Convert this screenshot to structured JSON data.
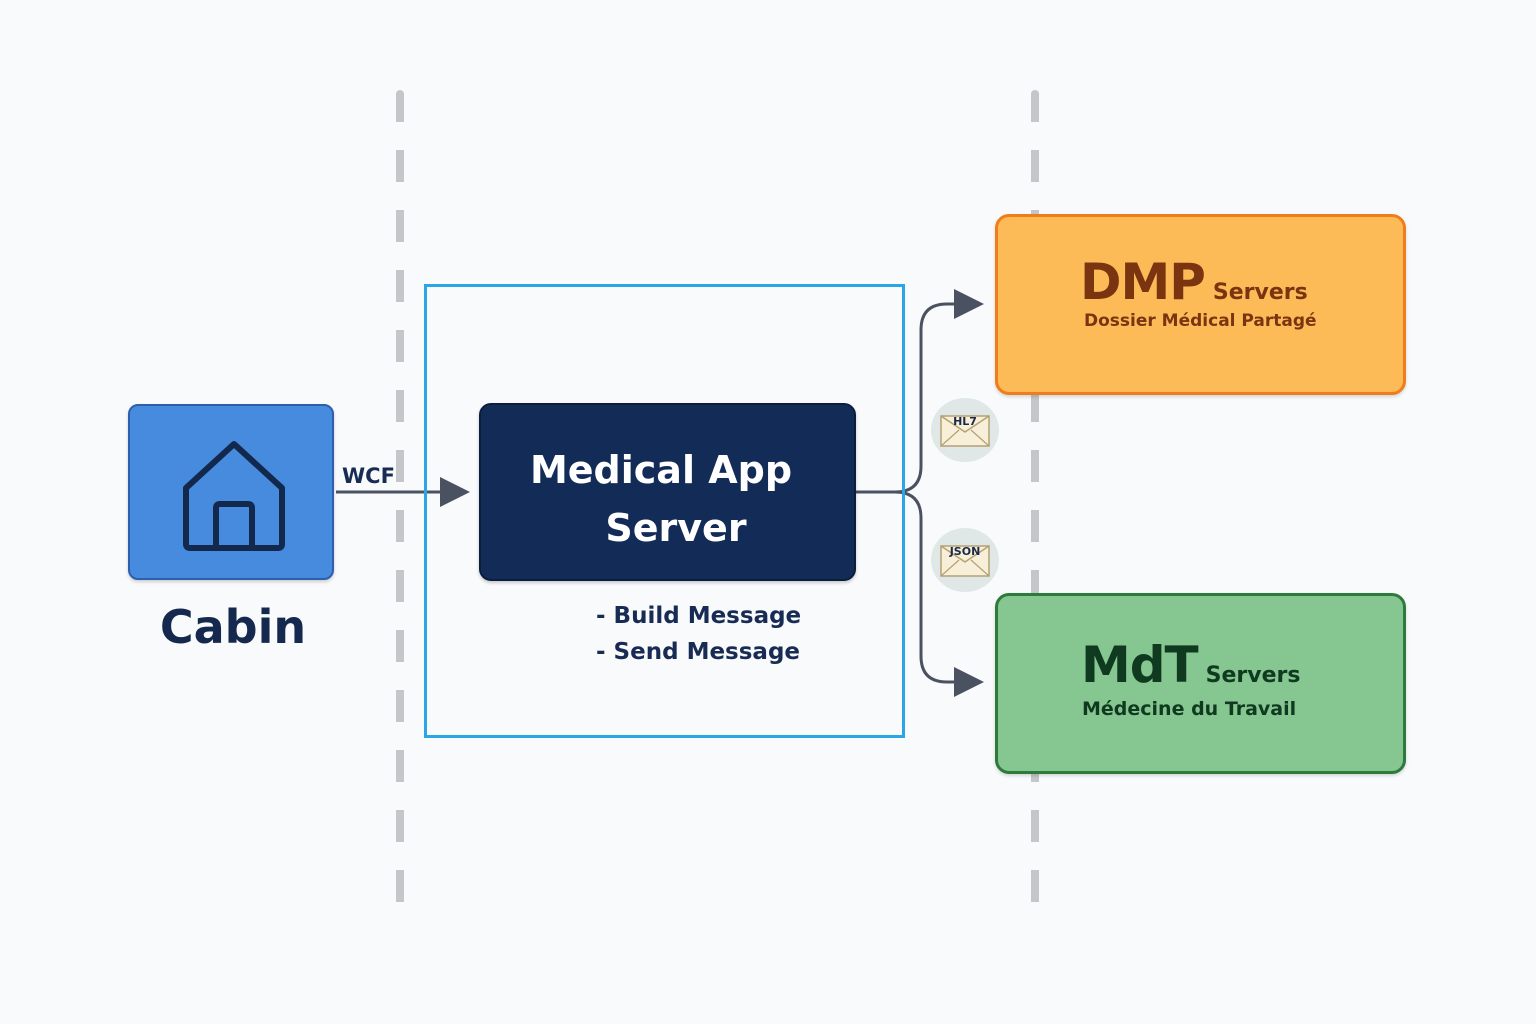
{
  "cabin": {
    "label": "Cabin",
    "icon": "house-icon",
    "colors": {
      "fill": "#468bde",
      "border": "#2d5fae",
      "label": "#15294f"
    }
  },
  "connection": {
    "protocol_label": "WCF"
  },
  "app_server": {
    "title_line1": "Medical App",
    "title_line2": "Server",
    "tasks": [
      "- Build Message",
      "- Send Message"
    ],
    "colors": {
      "fill": "#132b57",
      "frame": "#2aa6e6"
    }
  },
  "messages": [
    {
      "label": "HL7",
      "icon": "envelope-icon"
    },
    {
      "label": "JSON",
      "icon": "envelope-icon"
    }
  ],
  "targets": [
    {
      "name": "DMP",
      "suffix": "Servers",
      "subtitle": "Dossier Médical Partagé",
      "colors": {
        "fill": "#fdbb58",
        "border": "#ef7d1c",
        "text": "#7a3510"
      }
    },
    {
      "name": "MdT",
      "suffix": "Servers",
      "subtitle": "Médecine du Travail",
      "colors": {
        "fill": "#86c691",
        "border": "#2d7a3c",
        "text": "#0f3a1f"
      }
    }
  ]
}
